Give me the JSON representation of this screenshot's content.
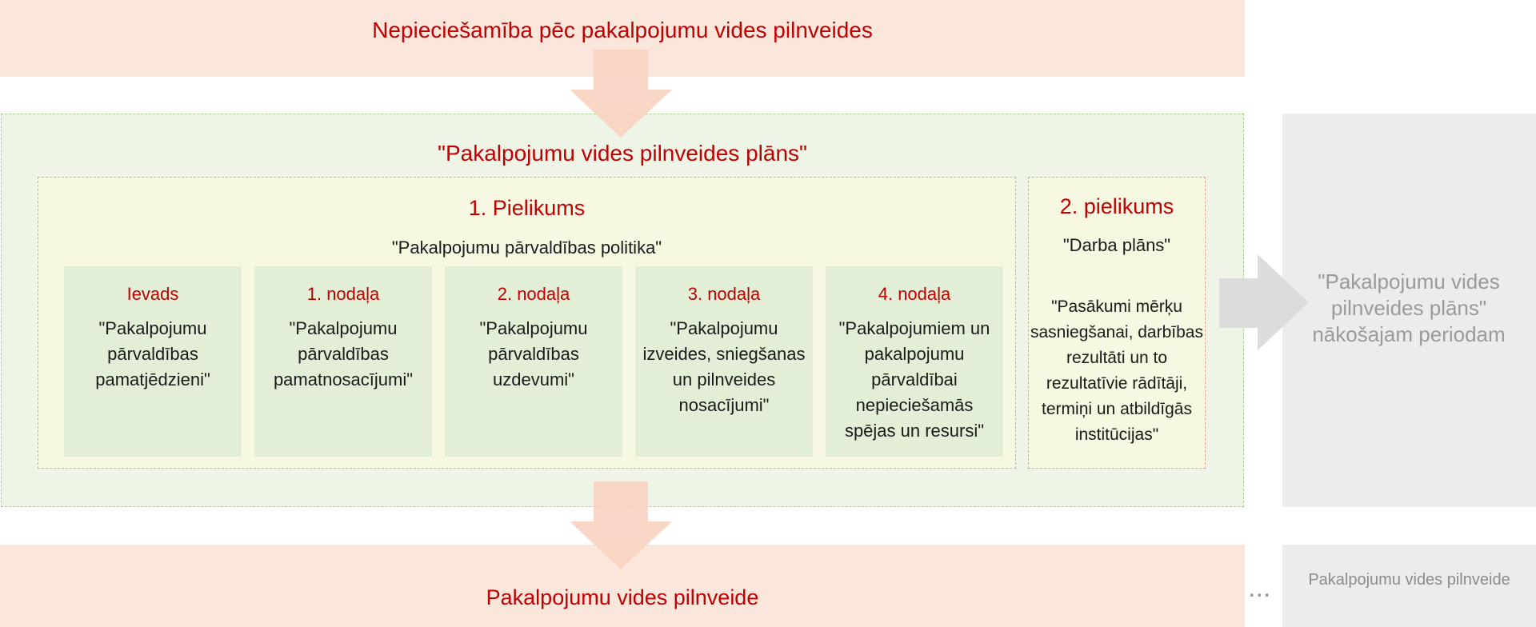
{
  "top_band": {
    "title": "Nepieciešamība pēc pakalpojumu vides pilnveides"
  },
  "plan": {
    "title": "\"Pakalpojumu vides pilnveides plāns\"",
    "annex1": {
      "title": "1. Pielikums",
      "subtitle": "\"Pakalpojumu pārvaldības politika\"",
      "sections": [
        {
          "heading": "Ievads",
          "text": "\"Pakalpojumu pārvaldības pamatjēdzieni\""
        },
        {
          "heading": "1. nodaļa",
          "text": "\"Pakalpojumu pārvaldības pamatnosacījumi\""
        },
        {
          "heading": "2. nodaļa",
          "text": "\"Pakalpojumu pārvaldības uzdevumi\""
        },
        {
          "heading": "3. nodaļa",
          "text": "\"Pakalpojumu izveides, sniegšanas un pilnveides nosacījumi\""
        },
        {
          "heading": "4. nodaļa",
          "text": "\"Pakalpojumiem un pakalpojumu pārvaldībai nepieciešamās spējas un resursi\""
        }
      ]
    },
    "annex2": {
      "title": "2. pielikums",
      "subtitle": "\"Darba plāns\"",
      "text": "\"Pasākumi mērķu sasniegšanai, darbības rezultāti un to rezultatīvie rādītāji, termiņi un atbildīgās institūcijas\""
    }
  },
  "next_period": {
    "text": "\"Pakalpojumu vides pilnveides plāns\" nākošajam periodam"
  },
  "bottom_band": {
    "title": "Pakalpojumu vides pilnveide"
  },
  "ellipsis": "...",
  "bottom_right": {
    "title": "Pakalpojumu vides pilnveide"
  },
  "colors": {
    "accent_red": "#c00000",
    "band": "#fbe6dc",
    "arrow": "#f8d3c0",
    "plan_bg": "#eef5e6",
    "box_bg": "#e2efd6",
    "grey": "#ececec"
  }
}
